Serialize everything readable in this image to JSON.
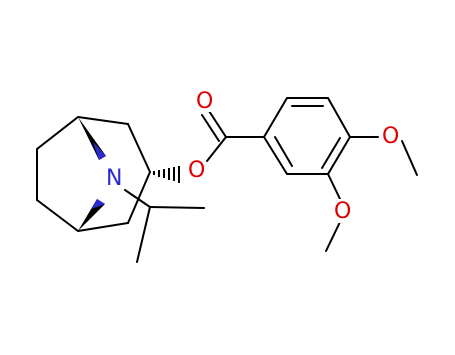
{
  "molecule": {
    "atom_labels": {
      "n1": "N",
      "o_carbonyl": "O",
      "o_ester": "O",
      "o_meo_top": "O",
      "o_meo_bottom": "O"
    }
  },
  "colors": {
    "bond": "#000000",
    "nitrogen": "#2b2bd0",
    "oxygen": "#e00000",
    "wedge_hashed": "#2b2bd0",
    "background": "#ffffff"
  }
}
